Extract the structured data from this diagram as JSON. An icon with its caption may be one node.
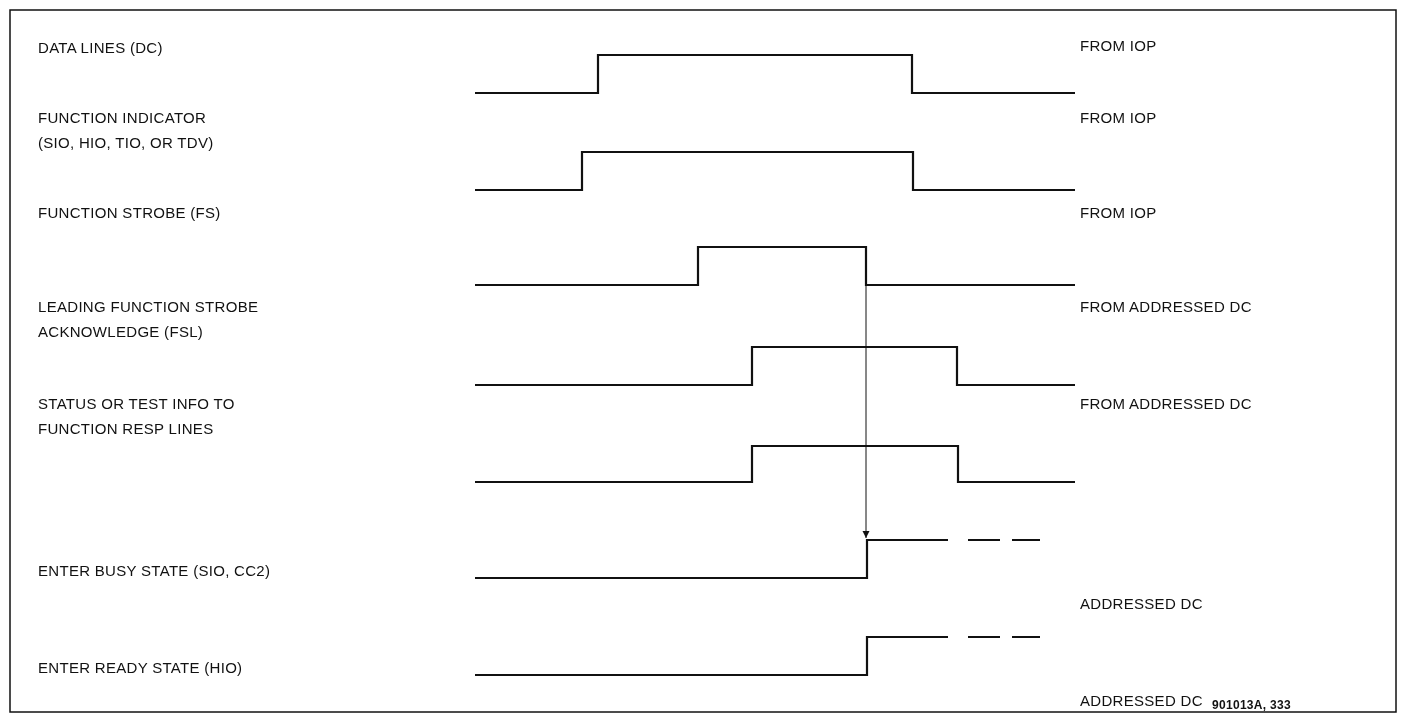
{
  "diagram": {
    "labels": [
      "DATA LINES (DC)",
      "FROM IOP",
      "FUNCTION INDICATOR (SIO, HIO, TIO, OR TDV)",
      "FROM IOP",
      "FUNCTION STROBE (FS)",
      "FROM IOP",
      "LEADING FUNCTION STROBE ACKNOWLEDGE (FSL)",
      "FROM ADDRESSED DC",
      "STATUS OR TEST INFO TO FUNCTION RESP LINES",
      "FROM ADDRESSED DC",
      "ENTER BUSY STATE (SIO, CC2)",
      "ADDRESSED DC",
      "ENTER READY STATE (HIO)",
      "ADDRESSED DC",
      "901013A, 333"
    ]
  }
}
